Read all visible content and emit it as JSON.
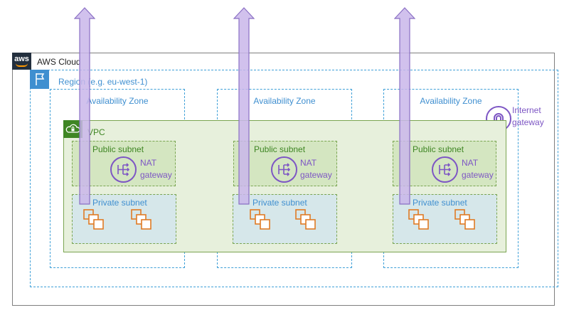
{
  "cloud": {
    "label": "AWS Cloud",
    "logo_text": "aws"
  },
  "region": {
    "label": "Region (e.g. eu-west-1)"
  },
  "availability_zones": [
    {
      "label": "Availability Zone"
    },
    {
      "label": "Availability Zone"
    },
    {
      "label": "Availability Zone"
    }
  ],
  "vpc": {
    "label": "VPC"
  },
  "internet_gateway": {
    "label_line1": "Internet",
    "label_line2": "gateway"
  },
  "subnets": [
    {
      "public_label": "Public subnet",
      "private_label": "Private subnet",
      "nat_line1": "NAT",
      "nat_line2": "gateway"
    },
    {
      "public_label": "Public subnet",
      "private_label": "Private subnet",
      "nat_line1": "NAT",
      "nat_line2": "gateway"
    },
    {
      "public_label": "Public subnet",
      "private_label": "Private subnet",
      "nat_line1": "NAT",
      "nat_line2": "gateway"
    }
  ],
  "colors": {
    "cloud_border": "#7f7f7f",
    "region": "#3f8fd0",
    "vpc": "#3f8624",
    "vpc_fill": "#e7f0dc",
    "public_subnet_fill": "#d4e6c1",
    "private_subnet_fill": "#d6e7ea",
    "gateway": "#7d56c4",
    "arrow_fill": "#c9b6ea",
    "arrow_stroke": "#8a6fc4",
    "instance": "#e07b24"
  },
  "icons": {
    "logo": "aws-logo-icon",
    "region": "flag-icon",
    "vpc": "cloud-lock-icon",
    "nat": "nat-gateway-icon",
    "igw": "internet-gateway-icon",
    "instance": "instances-icon"
  }
}
